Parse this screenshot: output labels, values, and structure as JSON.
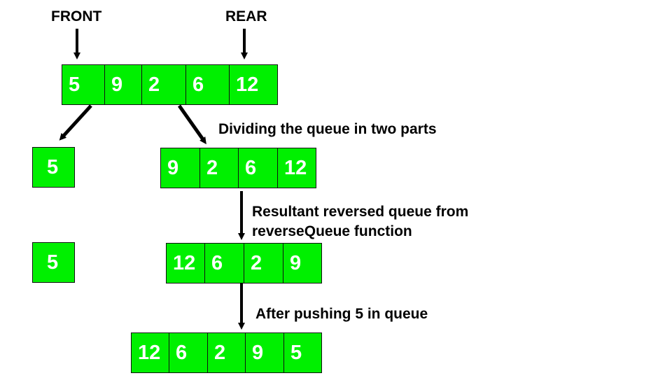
{
  "pointers": {
    "front": "FRONT",
    "rear": "REAR"
  },
  "queues": {
    "original": [
      "5",
      "9",
      "2",
      "6",
      "12"
    ],
    "front_part": [
      "5"
    ],
    "rest_part": [
      "9",
      "2",
      "6",
      "12"
    ],
    "front_held": [
      "5"
    ],
    "reversed_rest": [
      "12",
      "6",
      "2",
      "9"
    ],
    "final": [
      "12",
      "6",
      "2",
      "9",
      "5"
    ]
  },
  "captions": {
    "divide": "Dividing the queue in two parts",
    "reverse_line1": "Resultant reversed queue from",
    "reverse_line2": "reverseQueue function",
    "push": "After pushing 5 in queue"
  },
  "colors": {
    "cell_fill": "#00f000",
    "cell_text": "#ffffff",
    "arrow": "#000000"
  }
}
